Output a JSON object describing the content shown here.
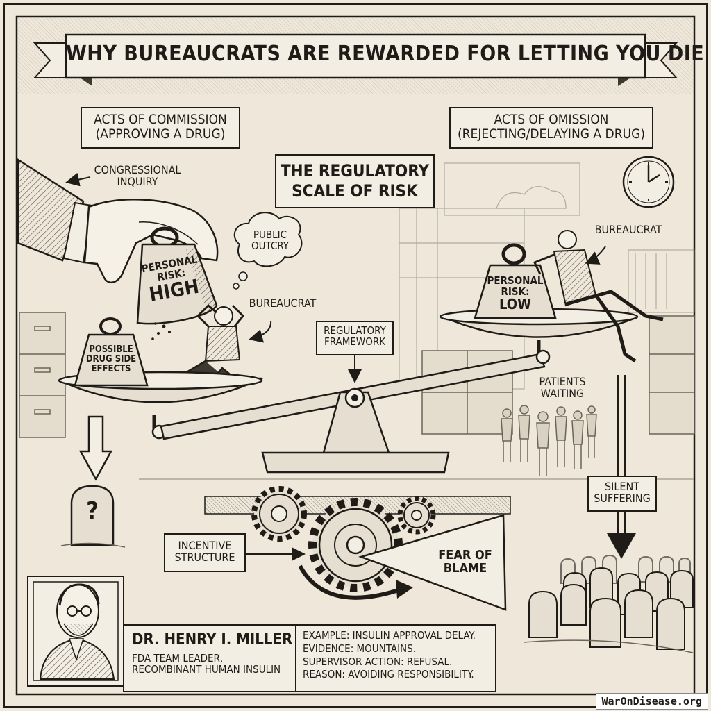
{
  "title": "WHY BUREAUCRATS ARE REWARDED FOR LETTING YOU DIE",
  "left_header": [
    "ACTS OF COMMISSION",
    "(APPROVING A DRUG)"
  ],
  "right_header": [
    "ACTS OF OMISSION",
    "(REJECTING/DELAYING A DRUG)"
  ],
  "center_title": [
    "THE REGULATORY",
    "SCALE OF RISK"
  ],
  "labels": {
    "congressional_inquiry": [
      "CONGRESSIONAL",
      "INQUIRY"
    ],
    "public_outcry": [
      "PUBLIC",
      "OUTCRY"
    ],
    "bureaucrat_left": "BUREAUCRAT",
    "bureaucrat_right": "BUREAUCRAT",
    "regulatory_framework": [
      "REGULATORY",
      "FRAMEWORK"
    ],
    "patients_waiting": [
      "PATIENTS",
      "WAITING"
    ],
    "silent_suffering": [
      "SILENT",
      "SUFFERING"
    ],
    "incentive_structure": [
      "INCENTIVE",
      "STRUCTURE"
    ],
    "fear_of_blame": [
      "FEAR OF",
      "BLAME"
    ],
    "question_mark": "?"
  },
  "weights": {
    "personal_risk_high": [
      "PERSONAL",
      "RISK:",
      "HIGH"
    ],
    "personal_risk_low": [
      "PERSONAL",
      "RISK:",
      "LOW"
    ],
    "drug_side_effects": [
      "POSSIBLE",
      "DRUG SIDE",
      "EFFECTS"
    ]
  },
  "credit": {
    "name": "DR. HENRY I. MILLER",
    "role": [
      "FDA TEAM LEADER,",
      "RECOMBINANT HUMAN INSULIN"
    ]
  },
  "example": [
    "EXAMPLE: INSULIN APPROVAL DELAY.",
    "EVIDENCE: MOUNTAINS.",
    "SUPERVISOR ACTION: REFUSAL.",
    "REASON: AVOIDING RESPONSIBILITY."
  ],
  "footer_url": "WarOnDisease.org",
  "colors": {
    "paper": "#efe8da",
    "ink": "#1f1c18",
    "panel": "#f3eee3",
    "shade": "#d9d1c2"
  }
}
